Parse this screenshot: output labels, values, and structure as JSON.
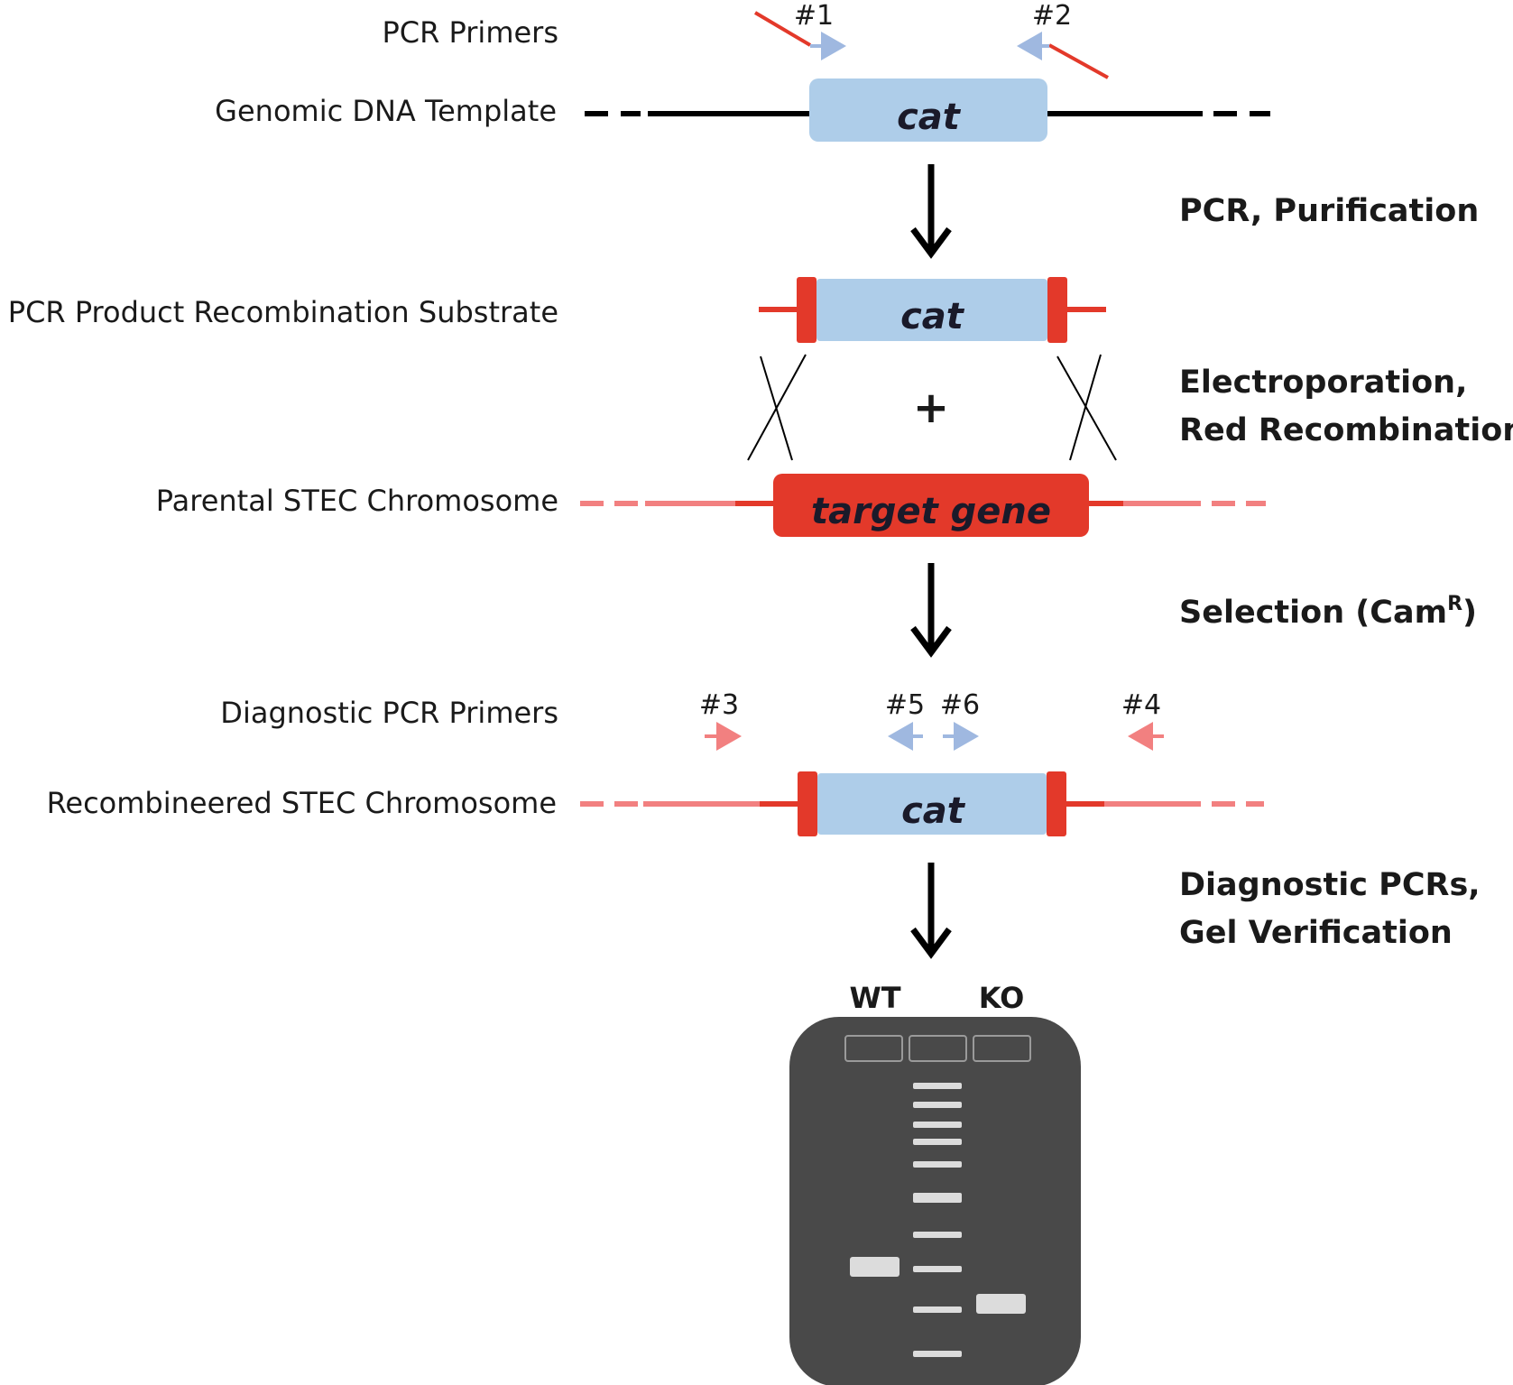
{
  "labels": {
    "pcr_primers": "PCR Primers",
    "genomic_template": "Genomic DNA Template",
    "pcr_product": "PCR Product Recombination Substrate",
    "parental": "Parental STEC Chromosome",
    "diagnostic_primers": "Diagnostic PCR Primers",
    "recombineered": "Recombineered STEC Chromosome"
  },
  "steps": {
    "step1": "PCR, Purification",
    "step2_line1": "Electroporation,",
    "step2_line2": "Red Recombination",
    "step3_main": "Selection (Cam",
    "step3_sup": "R",
    "step3_end": ")",
    "step4_line1": "Diagnostic PCRs,",
    "step4_line2": "Gel Verification"
  },
  "genes": {
    "cat": "cat",
    "target": "target gene"
  },
  "primers": {
    "p1": "#1",
    "p2": "#2",
    "p3": "#3",
    "p4": "#4",
    "p5": "#5",
    "p6": "#6"
  },
  "plus": "+",
  "gel": {
    "lane_wt": "WT",
    "lane_ko": "KO"
  },
  "colors": {
    "cat_fill": "#aecde9",
    "red": "#e3392a",
    "pink": "#f28080",
    "primer_blue": "#9fb8e0",
    "black": "#000000",
    "gel": "#494949",
    "band": "#dcdcdc"
  }
}
